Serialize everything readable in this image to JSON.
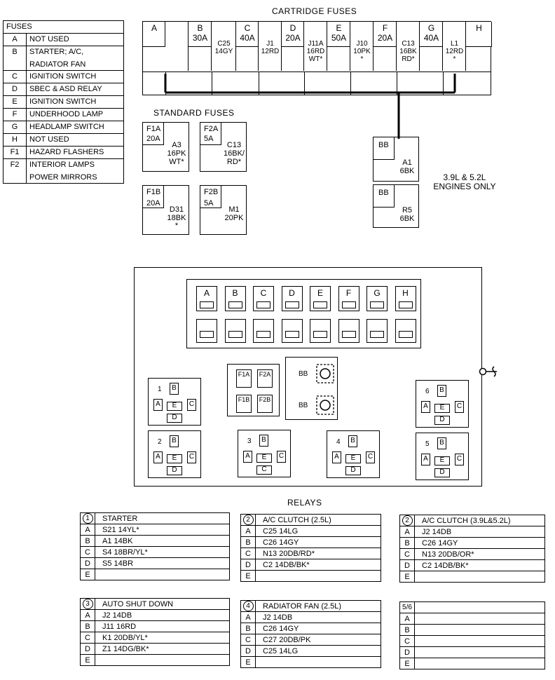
{
  "cartridge": {
    "title": "CARTRIDGE  FUSES",
    "cells": [
      {
        "id": "A",
        "rating": "",
        "circuit": []
      },
      {
        "id": "B",
        "rating": "30A",
        "circuit": []
      },
      {
        "id": "",
        "rating": "",
        "circuit": [
          "C25",
          "14GY"
        ]
      },
      {
        "id": "C",
        "rating": "40A",
        "circuit": []
      },
      {
        "id": "",
        "rating": "",
        "circuit": [
          "J1",
          "12RD"
        ]
      },
      {
        "id": "D",
        "rating": "20A",
        "circuit": []
      },
      {
        "id": "",
        "rating": "",
        "circuit": [
          "J11A",
          "16RD",
          "WT*"
        ]
      },
      {
        "id": "E",
        "rating": "50A",
        "circuit": []
      },
      {
        "id": "",
        "rating": "",
        "circuit": [
          "J10",
          "10PK",
          "*"
        ]
      },
      {
        "id": "F",
        "rating": "20A",
        "circuit": []
      },
      {
        "id": "",
        "rating": "",
        "circuit": [
          "C13",
          "16BK",
          "RD*"
        ]
      },
      {
        "id": "G",
        "rating": "40A",
        "circuit": []
      },
      {
        "id": "",
        "rating": "",
        "circuit": [
          "L1",
          "12RD",
          "*"
        ]
      },
      {
        "id": "H",
        "rating": "",
        "circuit": []
      }
    ]
  },
  "fuse_legend": {
    "header": "FUSES",
    "rows": [
      {
        "k": "A",
        "v": [
          "NOT USED"
        ]
      },
      {
        "k": "B",
        "v": [
          "STARTER; A/C,",
          "RADIATOR FAN"
        ]
      },
      {
        "k": "C",
        "v": [
          "IGNITION SWITCH"
        ]
      },
      {
        "k": "D",
        "v": [
          "SBEC & ASD RELAY"
        ]
      },
      {
        "k": "E",
        "v": [
          "IGNITION SWITCH"
        ]
      },
      {
        "k": "F",
        "v": [
          "UNDERHOOD LAMP"
        ]
      },
      {
        "k": "G",
        "v": [
          "HEADLAMP SWITCH"
        ]
      },
      {
        "k": "H",
        "v": [
          "NOT USED"
        ]
      },
      {
        "k": "F1",
        "v": [
          "HAZARD FLASHERS"
        ]
      },
      {
        "k": "F2",
        "v": [
          "INTERIOR LAMPS",
          "POWER  MIRRORS"
        ]
      }
    ]
  },
  "standard": {
    "title": "STANDARD FUSES",
    "f1a": {
      "id": "F1A",
      "rating": "20A",
      "circuit": [
        "A3",
        "16PK",
        "WT*"
      ]
    },
    "f2a": {
      "id": "F2A",
      "rating": "5A",
      "circuit": [
        "C13",
        "16BK/",
        "RD*"
      ]
    },
    "f1b": {
      "id": "F1B",
      "rating": "20A",
      "circuit": [
        "D31",
        "18BK",
        "*"
      ]
    },
    "f2b": {
      "id": "F2B",
      "rating": "5A",
      "circuit": [
        "M1",
        "20PK"
      ]
    }
  },
  "bb": {
    "top": {
      "id": "BB",
      "circuit": [
        "A1",
        "6BK"
      ]
    },
    "bottom": {
      "id": "BB",
      "circuit": [
        "R5",
        "6BK"
      ]
    },
    "note": [
      "3.9L & 5.2L",
      "ENGINES ONLY"
    ]
  },
  "block": {
    "cart_labels": [
      "A",
      "B",
      "C",
      "D",
      "E",
      "F",
      "G",
      "H"
    ],
    "std_labels": [
      "F1A",
      "F2A",
      "F1B",
      "F2B"
    ],
    "bb_labels": [
      "BB",
      "BB"
    ],
    "relays": [
      {
        "num": "1",
        "pins": [
          "B",
          "A",
          "E",
          "C",
          "D"
        ]
      },
      {
        "num": "2",
        "pins": [
          "B",
          "A",
          "E",
          "C",
          "D"
        ]
      },
      {
        "num": "3",
        "pins": [
          "B",
          "A",
          "E",
          "C",
          "C"
        ]
      },
      {
        "num": "4",
        "pins": [
          "B",
          "A",
          "E",
          "C",
          "D"
        ]
      },
      {
        "num": "5",
        "pins": [
          "B",
          "A",
          "E",
          "C",
          "D"
        ]
      },
      {
        "num": "6",
        "pins": [
          "B",
          "A",
          "E",
          "C",
          "D"
        ]
      }
    ]
  },
  "relays_title": "RELAYS",
  "relay_tables": [
    {
      "num": "1",
      "title": "STARTER",
      "rows": [
        [
          "A",
          "S21 14YL*"
        ],
        [
          "B",
          "A1 14BK"
        ],
        [
          "C",
          "S4 18BR/YL*"
        ],
        [
          "D",
          "S5 14BR"
        ],
        [
          "E",
          ""
        ]
      ]
    },
    {
      "num": "2",
      "title": "A/C CLUTCH (2.5L)",
      "rows": [
        [
          "A",
          "C25 14LG"
        ],
        [
          "B",
          "C26 14GY"
        ],
        [
          "C",
          "N13 20DB/RD*"
        ],
        [
          "D",
          "C2 14DB/BK*"
        ],
        [
          "E",
          ""
        ]
      ]
    },
    {
      "num": "2",
      "title": "A/C CLUTCH (3.9L&5.2L)",
      "rows": [
        [
          "A",
          "J2 14DB"
        ],
        [
          "B",
          "C26 14GY"
        ],
        [
          "C",
          "N13 20DB/OR*"
        ],
        [
          "D",
          "C2 14DB/BK*"
        ],
        [
          "E",
          ""
        ]
      ]
    },
    {
      "num": "3",
      "title": "AUTO SHUT DOWN",
      "rows": [
        [
          "A",
          "J2 14DB"
        ],
        [
          "B",
          "J11 16RD"
        ],
        [
          "C",
          "K1 20DB/YL*"
        ],
        [
          "D",
          "Z1 14DG/BK*"
        ],
        [
          "E",
          ""
        ]
      ]
    },
    {
      "num": "4",
      "title": "RADIATOR FAN (2.5L)",
      "rows": [
        [
          "A",
          "J2 14DB"
        ],
        [
          "B",
          "C26 14GY"
        ],
        [
          "C",
          "C27 20DB/PK"
        ],
        [
          "D",
          "C25 14LG"
        ],
        [
          "E",
          ""
        ]
      ]
    },
    {
      "num": "",
      "title": "5/6",
      "rows": [
        [
          "A",
          ""
        ],
        [
          "B",
          ""
        ],
        [
          "C",
          ""
        ],
        [
          "D",
          ""
        ],
        [
          "E",
          ""
        ]
      ]
    }
  ]
}
